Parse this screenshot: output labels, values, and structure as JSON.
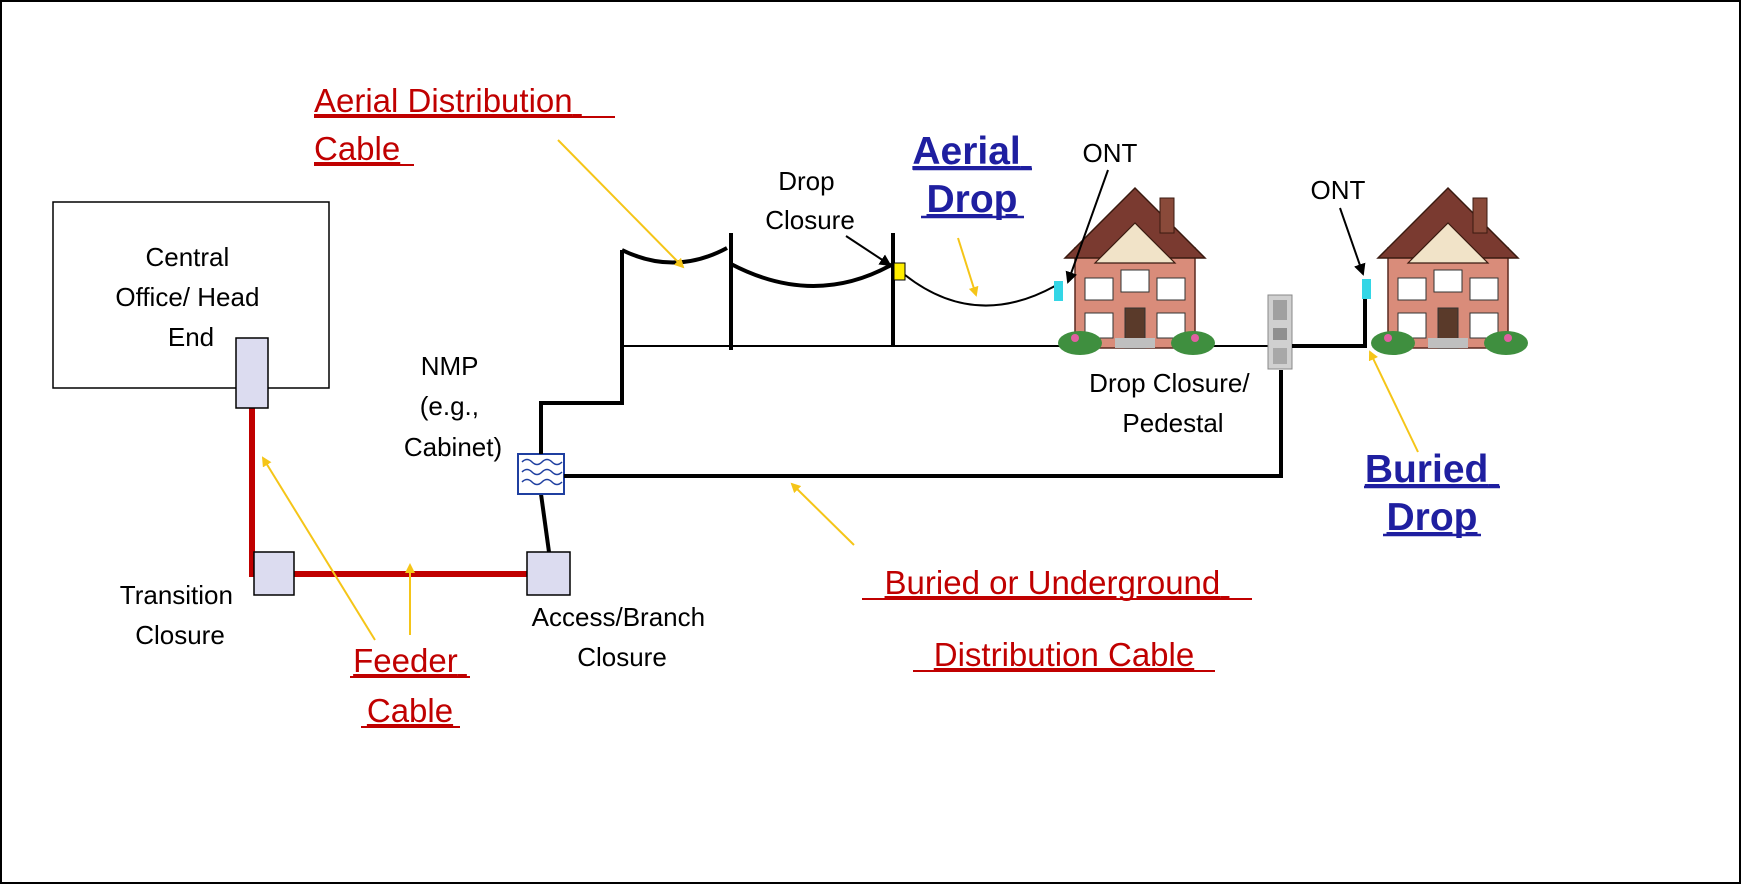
{
  "labels": {
    "central_office": [
      "Central",
      "Office/ Head",
      "End"
    ],
    "transition_closure": [
      "Transition",
      "Closure"
    ],
    "feeder_cable": [
      "Feeder",
      "Cable"
    ],
    "access_branch_closure": [
      "Access/Branch",
      "Closure"
    ],
    "nmp": [
      "NMP",
      "(e.g.,",
      "Cabinet)"
    ],
    "aerial_distribution_cable": [
      "Aerial Distribution",
      "Cable"
    ],
    "drop_closure": [
      "Drop",
      "Closure"
    ],
    "aerial_drop": [
      "Aerial",
      "Drop"
    ],
    "ont_1": "ONT",
    "ont_2": "ONT",
    "drop_closure_pedestal": [
      "Drop Closure/",
      "Pedestal"
    ],
    "buried_drop": [
      "Buried",
      "Drop"
    ],
    "buried_distribution_cable": [
      "Buried or Underground",
      "Distribution Cable"
    ]
  },
  "colors": {
    "feeder": "#c00000",
    "red_label": "#c00000",
    "blue_label": "#1f1fa0",
    "pointer": "#f5c518",
    "closure_fill": "#dcdcf0",
    "ont": "#33d6e6",
    "drop_closure_marker": "#ffee00"
  },
  "icons": [
    "house-icon",
    "pedestal-icon",
    "cabinet-icon"
  ]
}
